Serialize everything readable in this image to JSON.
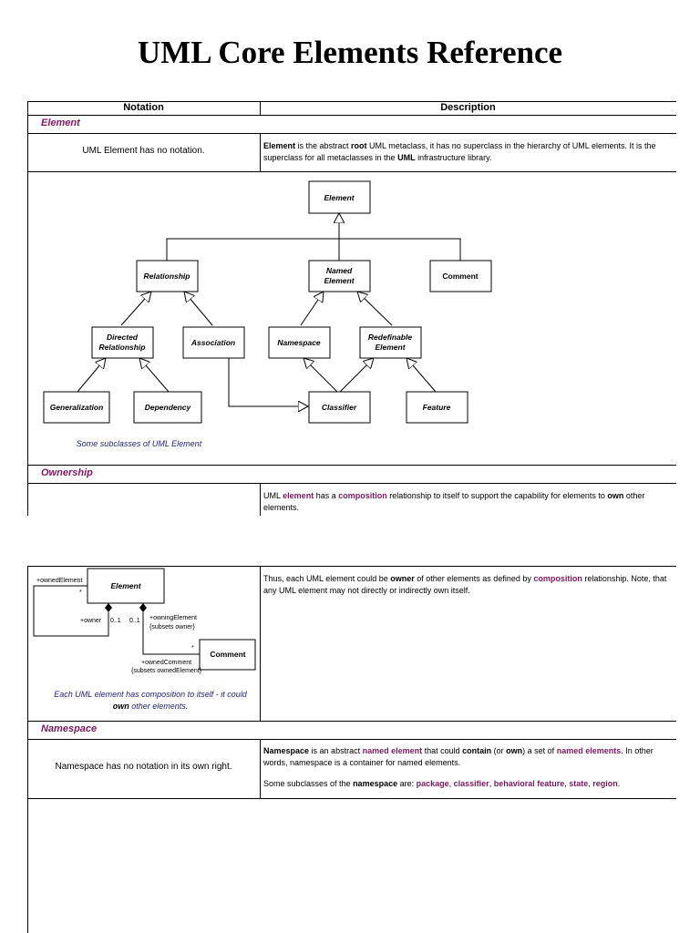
{
  "title": "UML Core Elements Reference",
  "headers": {
    "notation": "Notation",
    "description": "Description"
  },
  "sections": {
    "element": {
      "label": "Element",
      "notation": "UML Element has no notation.",
      "desc": {
        "p1": "Element",
        "p2": " is the abstract ",
        "p3": "root",
        "p4": " UML metaclass, it has no superclass in the hierarchy of UML elements. It is the superclass for all metaclasses in the ",
        "p5": "UML",
        "p6": " infrastructure library."
      },
      "diagram": {
        "boxes": {
          "element": "Element",
          "relationship": "Relationship",
          "named_element_1": "Named",
          "named_element_2": "Element",
          "comment": "Comment",
          "directed_1": "Directed",
          "directed_2": "Relationship",
          "association": "Association",
          "namespace": "Namespace",
          "redefinable_1": "Redefinable",
          "redefinable_2": "Element",
          "generalization": "Generalization",
          "dependency": "Dependency",
          "classifier": "Classifier",
          "feature": "Feature"
        },
        "caption": "Some subclasses of UML Element"
      }
    },
    "ownership": {
      "label": "Ownership",
      "desc1": {
        "p1": "UML ",
        "p2": "element",
        "p3": " has a ",
        "p4": "composition",
        "p5": " relationship to itself to support the capability for elements to ",
        "p6": "own",
        "p7": " other elements."
      },
      "desc2": {
        "p1": "Thus, each UML element could be ",
        "p2": "owner",
        "p3": " of other elements as defined by ",
        "p4": "composition",
        "p5": " relationship. Note, that any UML element may not directly or indirectly own itself."
      },
      "diagram": {
        "element": "Element",
        "comment": "Comment",
        "owned_element": "+ownedElement",
        "star1": "*",
        "owner": "+owner",
        "mult1": "0..1",
        "mult2": "0..1",
        "owning_element": "+owningElement",
        "subsets_owner": "{subsets owner}",
        "star2": "*",
        "owned_comment": "+ownedComment",
        "subsets_owned": "{subsets ownedElement}"
      },
      "caption": {
        "p1": "Each UML element has composition to itself - it could",
        "p2": "own",
        "p3": " other elements."
      }
    },
    "namespace": {
      "label": "Namespace",
      "notation": "Namespace has no notation in its own right.",
      "desc": {
        "p1": "Namespace",
        "p2": " is an abstract ",
        "p3": "named element",
        "p4": " that could ",
        "p5": "contain",
        "p6": " (or ",
        "p7": "own",
        "p8": ") a set of ",
        "p9": "named elements",
        "p10": ". In other words, namespace is a container for named elements."
      },
      "desc2": {
        "p1": "Some subclasses of the ",
        "p2": "namespace",
        "p3": " are: ",
        "p4": "package",
        "p5": ", ",
        "p6": "classifier",
        "p7": ", ",
        "p8": "behavioral feature",
        "p9": ", ",
        "p10": "state",
        "p11": ", ",
        "p12": "region",
        "p13": "."
      }
    }
  }
}
